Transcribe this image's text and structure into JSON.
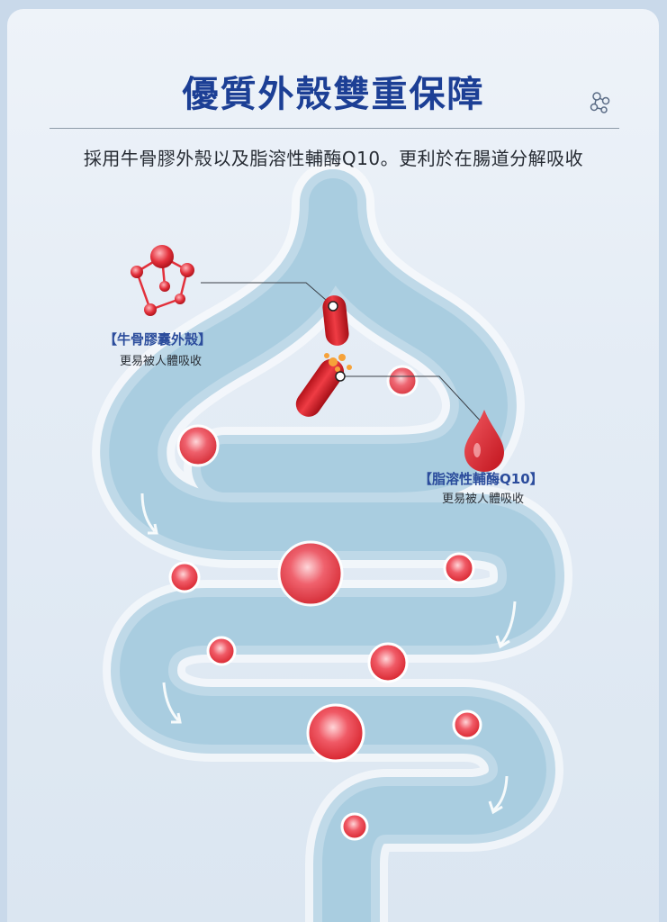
{
  "header": {
    "title": "優質外殼雙重保障",
    "subtitle": "採用牛骨膠外殼以及脂溶性輔酶Q10。更利於在腸道分解吸收"
  },
  "callouts": {
    "shell": {
      "title": "【牛骨膠囊外殼】",
      "desc": "更易被人體吸收"
    },
    "coq10": {
      "title": "【脂溶性輔酶Q10】",
      "desc": "更易被人體吸收"
    }
  },
  "icons": [
    "molecule-icon",
    "capsule-icon",
    "oil-drop-icon",
    "flow-arrow-icon",
    "nutrient-bubble-icon"
  ],
  "colors": {
    "title": "#1c3f95",
    "accent_red": "#e0202c",
    "label_blue": "#2b4c9c"
  }
}
